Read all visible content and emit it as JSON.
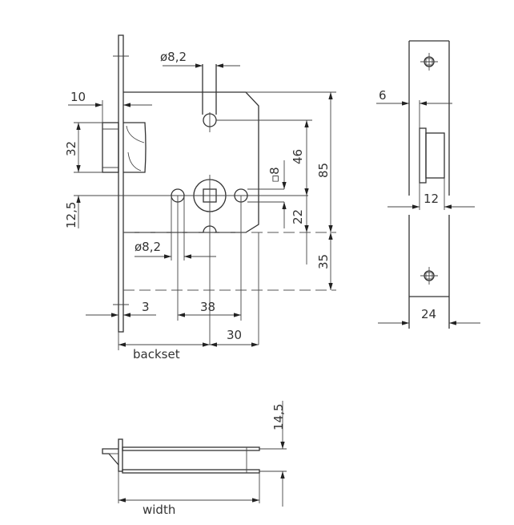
{
  "title": "Mortise lock dimension drawing",
  "front_view": {
    "dimensions": {
      "strike_hole_diameter_top": "ø8,2",
      "forend_thickness": "10",
      "latch_height": "32",
      "latch_offset": "12,5",
      "spindle_square": "▫8",
      "latch_to_spindle": "46",
      "case_height": "85",
      "spindle_to_keyhole": "22",
      "keyhole_to_bottom": "35",
      "strike_hole_diameter_bottom": "ø8,2",
      "forend_offset": "3",
      "hole_spacing": "38",
      "spindle_to_back": "30",
      "backset_label": "backset"
    }
  },
  "side_view": {
    "dimensions": {
      "latch_projection": "6",
      "latch_width": "12",
      "forend_width": "24"
    }
  },
  "top_view": {
    "dimensions": {
      "case_thickness": "14,5",
      "width_label": "width"
    }
  }
}
